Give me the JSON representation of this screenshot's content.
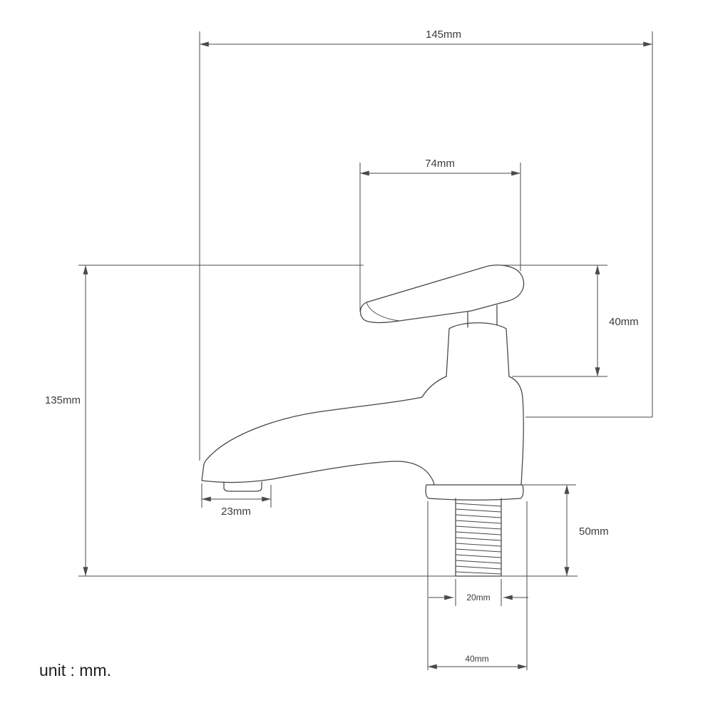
{
  "diagram": {
    "unit_note": "unit : mm.",
    "dimensions": {
      "overall_width": "145mm",
      "handle_width": "74mm",
      "handle_height": "40mm",
      "overall_height": "135mm",
      "spout_tip_length": "23mm",
      "shank_length": "50mm",
      "shank_diameter": "20mm",
      "base_width": "40mm"
    }
  }
}
